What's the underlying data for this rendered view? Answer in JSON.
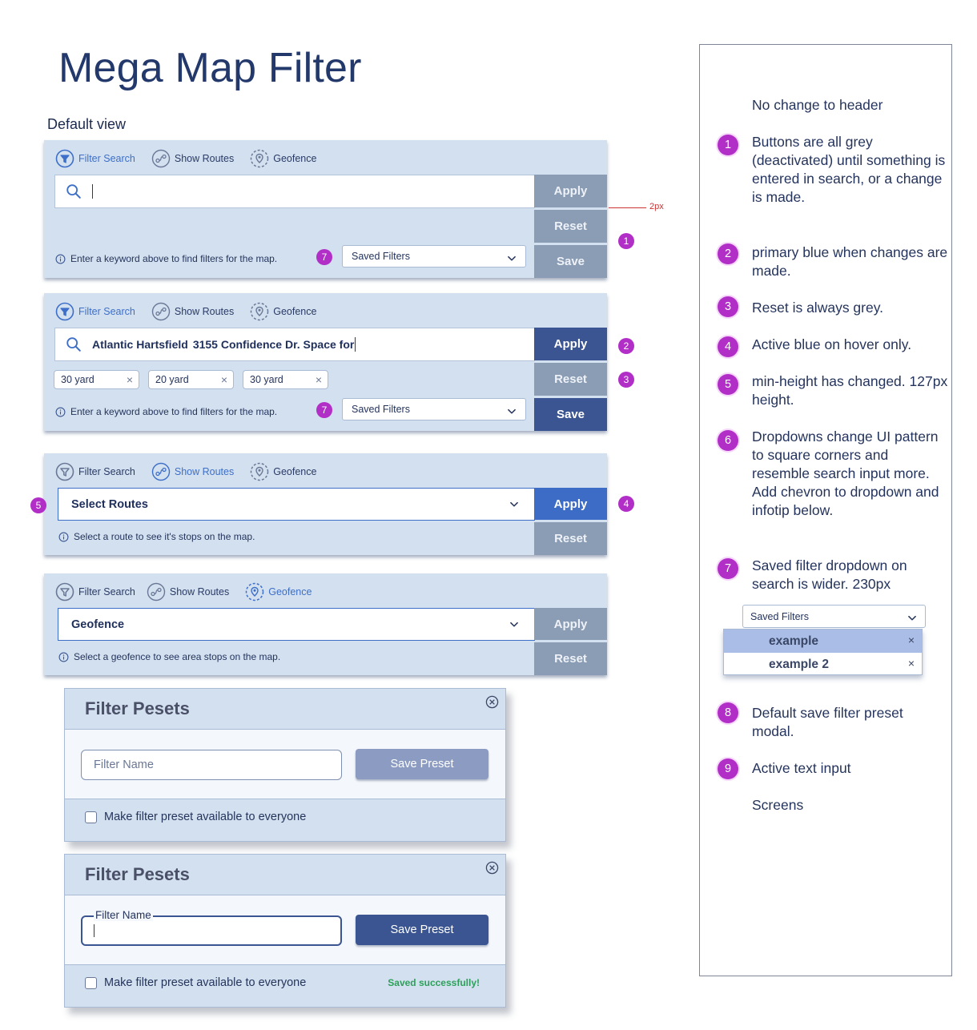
{
  "page": {
    "title": "Mega Map Filter",
    "subtitle": "Default view",
    "measure_label": "2px"
  },
  "colors": {
    "primary_blue": "#3a5591",
    "active_blue": "#3c6cc5",
    "grey_button": "#8b9db4",
    "panel_bg": "#d3e0ef",
    "badge": "#b12ec7",
    "success": "#2ca05a"
  },
  "tabs": {
    "filter_search": "Filter Search",
    "show_routes": "Show Routes",
    "geofence": "Geofence"
  },
  "icons": {
    "filter": "filter-funnel-icon",
    "routes": "routes-icon",
    "geofence": "geofence-pin-icon",
    "search": "search-icon",
    "info": "info-icon",
    "chevron": "chevron-down-icon",
    "close": "close-circle-icon"
  },
  "buttons": {
    "apply": "Apply",
    "reset": "Reset",
    "save": "Save"
  },
  "panel1": {
    "info": "Enter a keyword above to find filters for the map.",
    "saved_filters": "Saved Filters",
    "badge_7": "7"
  },
  "panel2": {
    "search_bold": "Atlantic Hartsfield",
    "search_rest": "3155 Confidence Dr. Space for",
    "chips": [
      "30 yard",
      "20 yard",
      "30 yard"
    ],
    "info": "Enter a keyword above to find filters for the map.",
    "saved_filters": "Saved Filters",
    "badge_7": "7"
  },
  "panel3": {
    "select": "Select Routes",
    "info": "Select a route to see it's stops on the map.",
    "badge_5": "5"
  },
  "panel4": {
    "select": "Geofence",
    "info": "Select a geofence to see area stops on the map."
  },
  "side_badges": [
    "1",
    "2",
    "3",
    "4"
  ],
  "modal1": {
    "title": "Filter Pesets",
    "input_placeholder": "Filter Name",
    "save_label": "Save Preset",
    "checkbox_label": "Make filter preset available to everyone"
  },
  "modal2": {
    "title": "Filter Pesets",
    "input_label": "Filter Name",
    "save_label": "Save Preset",
    "checkbox_label": "Make filter preset available to everyone",
    "success": "Saved successfully!"
  },
  "notes": {
    "header": "No change to header",
    "n1": "Buttons are all grey (deactivated) until something is entered in search, or a change is made.",
    "n2": "primary blue when changes are made.",
    "n3": "Reset is always grey.",
    "n4": "Active blue on hover only.",
    "n5": "min-height has changed. 127px height.",
    "n6": "Dropdowns  change UI pattern to square corners and resemble search input more. Add chevron to dropdown and infotip below.",
    "n7": "Saved filter dropdown on search is wider. 230px",
    "n8": "Default save filter preset modal.",
    "n9": "Active text input",
    "screens": "Screens",
    "b1": "1",
    "b2": "2",
    "b3": "3",
    "b4": "4",
    "b5": "5",
    "b6": "6",
    "b7": "7",
    "b8": "8",
    "b9": "9",
    "example_dropdown": {
      "label": "Saved Filters",
      "items": [
        "example",
        "example 2"
      ]
    }
  }
}
